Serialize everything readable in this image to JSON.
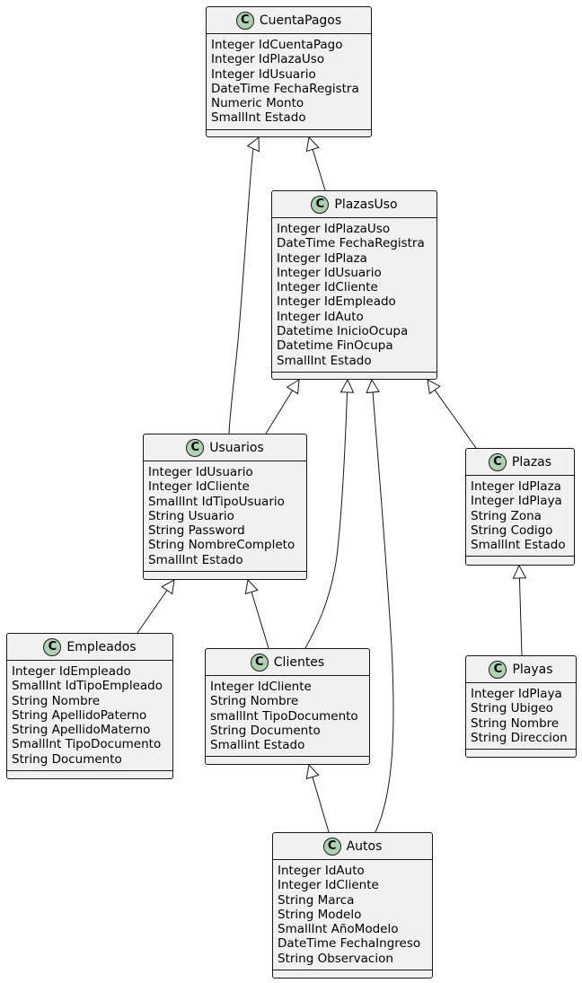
{
  "diagram": {
    "badge_letter": "C",
    "colors": {
      "badge": "#add1b2",
      "box": "#f1f1f1",
      "line": "#181818"
    },
    "classes": [
      {
        "id": "cuentapagos",
        "name": "CuentaPagos",
        "attrs": [
          "Integer IdCuentaPago",
          "Integer IdPlazaUso",
          "Integer IdUsuario",
          "DateTime FechaRegistra",
          "Numeric Monto",
          "SmallInt Estado"
        ]
      },
      {
        "id": "plazasuso",
        "name": "PlazasUso",
        "attrs": [
          "Integer IdPlazaUso",
          "DateTime FechaRegistra",
          "Integer IdPlaza",
          "Integer IdUsuario",
          "Integer IdCliente",
          "Integer IdEmpleado",
          "Integer IdAuto",
          "Datetime InicioOcupa",
          "Datetime FinOcupa",
          "SmallInt Estado"
        ]
      },
      {
        "id": "usuarios",
        "name": "Usuarios",
        "attrs": [
          "Integer IdUsuario",
          "Integer IdCliente",
          "SmallInt IdTipoUsuario",
          "String Usuario",
          "String Password",
          "String NombreCompleto",
          "SmallInt Estado"
        ]
      },
      {
        "id": "plazas",
        "name": "Plazas",
        "attrs": [
          "Integer IdPlaza",
          "Integer IdPlaya",
          "String Zona",
          "String Codigo",
          "SmallInt Estado"
        ]
      },
      {
        "id": "empleados",
        "name": "Empleados",
        "attrs": [
          "Integer IdEmpleado",
          "SmallInt IdTipoEmpleado",
          "String Nombre",
          "String ApellidoPaterno",
          "String ApellidoMaterno",
          "SmallInt TipoDocumento",
          "String Documento"
        ]
      },
      {
        "id": "clientes",
        "name": "Clientes",
        "attrs": [
          "Integer IdCliente",
          "String Nombre",
          "smallInt TipoDocumento",
          "String Documento",
          "Smallint Estado"
        ]
      },
      {
        "id": "playas",
        "name": "Playas",
        "attrs": [
          "Integer IdPlaya",
          "String Ubigeo",
          "String Nombre",
          "String Direccion"
        ]
      },
      {
        "id": "autos",
        "name": "Autos",
        "attrs": [
          "Integer IdAuto",
          "Integer IdCliente",
          "String Marca",
          "String Modelo",
          "SmallInt AñoModelo",
          "DateTime FechaIngreso",
          "String Observacion"
        ]
      }
    ],
    "inheritance": [
      {
        "child": "usuarios",
        "parent": "cuentapagos"
      },
      {
        "child": "plazasuso",
        "parent": "cuentapagos"
      },
      {
        "child": "usuarios",
        "parent": "plazasuso"
      },
      {
        "child": "clientes",
        "parent": "plazasuso"
      },
      {
        "child": "autos",
        "parent": "plazasuso"
      },
      {
        "child": "plazas",
        "parent": "plazasuso"
      },
      {
        "child": "empleados",
        "parent": "usuarios"
      },
      {
        "child": "clientes",
        "parent": "usuarios"
      },
      {
        "child": "autos",
        "parent": "clientes"
      },
      {
        "child": "playas",
        "parent": "plazas"
      }
    ]
  }
}
